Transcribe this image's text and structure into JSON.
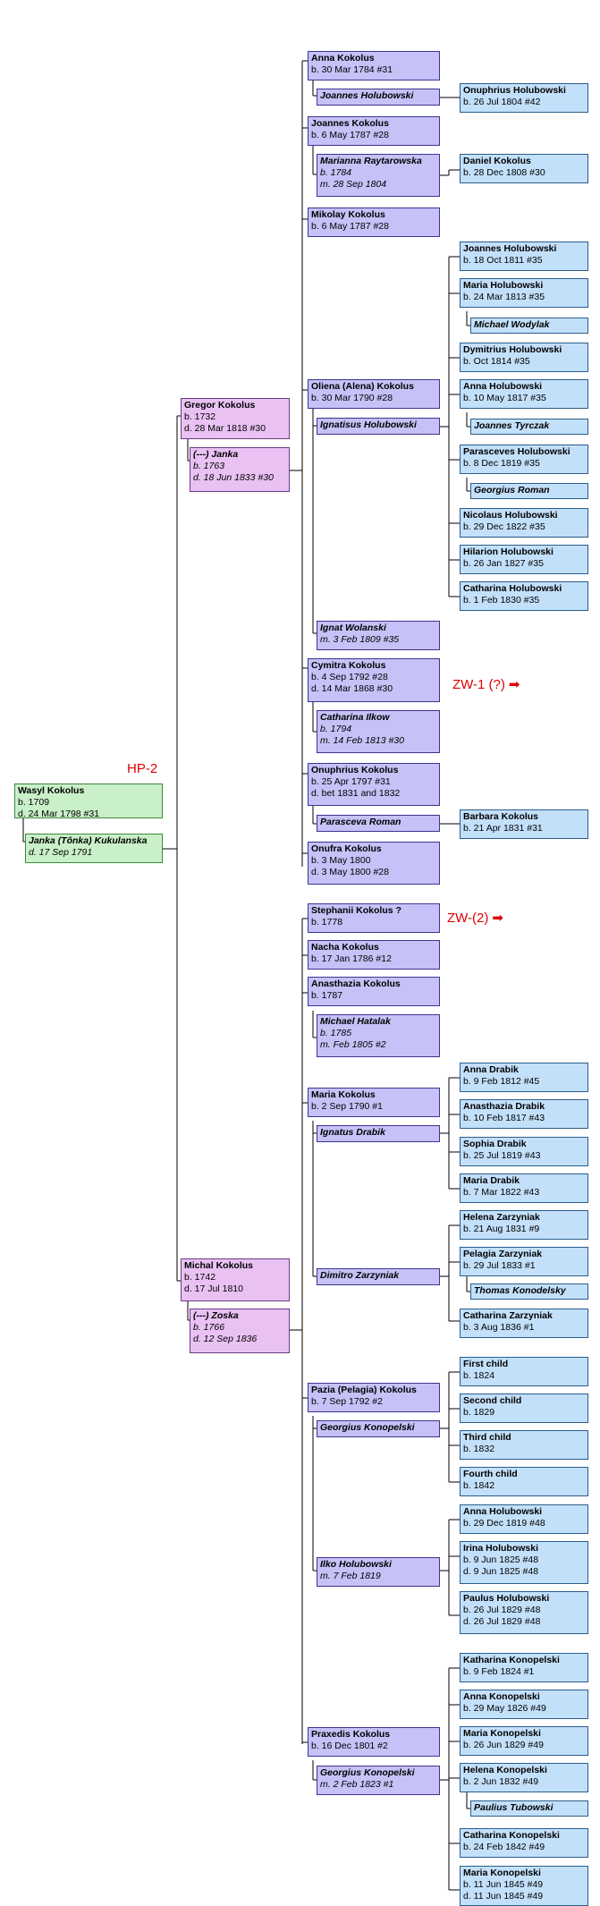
{
  "tags": {
    "hp": "HP-2",
    "zw1": "ZW-1 (?)",
    "zw2": "ZW-(2)",
    "arrow": "➡"
  },
  "root": {
    "name": "Wasyl Kokolus",
    "born": "b. 1709",
    "died": "d. 24 Mar 1798 #31",
    "spouse": "Janka (Tônka) Kukulanska",
    "spouse_died": "d. 17 Sep 1791"
  },
  "gregor": {
    "name": "Gregor Kokolus",
    "born": "b. 1732",
    "died": "d. 28 Mar 1818 #30",
    "spouse": "(---) Janka",
    "spouse_born": "b. 1763",
    "spouse_died": "d. 18 Jun 1833 #30"
  },
  "michal": {
    "name": "Michal Kokolus",
    "born": "b. 1742",
    "died": "d. 17 Jul 1810",
    "spouse": "(---) Zoska",
    "spouse_born": "b. 1766",
    "spouse_died": "d. 12 Sep 1836"
  },
  "gen3": {
    "anna": {
      "name": "Anna Kokolus",
      "born": "b. 30 Mar 1784 #31",
      "spouse": "Joannes Holubowski"
    },
    "joannes": {
      "name": "Joannes Kokolus",
      "born": "b. 6 May 1787 #28",
      "spouse": "Marianna Raytarowska",
      "spouse_born": "b. 1784",
      "spouse_married": "m. 28 Sep 1804"
    },
    "mikolay": {
      "name": "Mikolay Kokolus",
      "born": "b. 6 May 1787 #28"
    },
    "oliena": {
      "name": "Oliena (Alena) Kokolus",
      "born": "b. 30 Mar 1790 #28",
      "spouse": "Ignatisus Holubowski",
      "spouse2": "Ignat Wolanski",
      "spouse2_married": "m. 3 Feb 1809 #35"
    },
    "cymitra": {
      "name": "Cymitra Kokolus",
      "born": "b. 4 Sep 1792 #28",
      "died": "d. 14 Mar 1868 #30",
      "spouse": "Catharina Ilkow",
      "spouse_born": "b. 1794",
      "spouse_married": "m. 14 Feb 1813 #30"
    },
    "onuphrius": {
      "name": "Onuphrius Kokolus",
      "born": "b. 25 Apr 1797 #31",
      "died": "d. bet 1831 and 1832",
      "spouse": "Parasceva Roman"
    },
    "onufra": {
      "name": "Onufra Kokolus",
      "born": "b. 3 May 1800",
      "died": "d. 3 May 1800 #28"
    },
    "stephanii": {
      "name": "Stephanii Kokolus ?",
      "born": "b. 1778"
    },
    "nacha": {
      "name": "Nacha Kokolus",
      "born": "b. 17 Jan 1786 #12"
    },
    "anasthazia": {
      "name": "Anasthazia Kokolus",
      "born": "b. 1787",
      "spouse": "Michael Hatalak",
      "spouse_born": "b. 1785",
      "spouse_married": "m. Feb 1805 #2"
    },
    "maria": {
      "name": "Maria Kokolus",
      "born": "b. 2 Sep 1790 #1",
      "spouse": "Ignatus Drabik",
      "spouse2": "Dimitro Zarzyniak"
    },
    "pazia": {
      "name": "Pazia (Pelagia) Kokolus",
      "born": "b. 7 Sep 1792 #2",
      "spouse": "Georgius Konopelski",
      "spouse2": "Ilko Holubowski",
      "spouse2_married": "m. 7 Feb 1819"
    },
    "praxedis": {
      "name": "Praxedis Kokolus",
      "born": "b. 16 Dec 1801 #2",
      "spouse": "Georgius Konopelski",
      "spouse_married": "m. 2 Feb 1823 #1"
    }
  },
  "gen4": {
    "onuphrius_h": {
      "name": "Onuphrius Holubowski",
      "born": "b. 26 Jul 1804 #42"
    },
    "daniel": {
      "name": "Daniel Kokolus",
      "born": "b. 28 Dec 1808 #30"
    },
    "joannes_h": {
      "name": "Joannes Holubowski",
      "born": "b. 18 Oct 1811 #35"
    },
    "maria_h": {
      "name": "Maria Holubowski",
      "born": "b. 24 Mar 1813 #35",
      "spouse": "Michael Wodylak"
    },
    "dymitrius_h": {
      "name": "Dymitrius Holubowski",
      "born": "b. Oct 1814 #35"
    },
    "anna_h": {
      "name": "Anna Holubowski",
      "born": "b. 10 May 1817 #35",
      "spouse": "Joannes Tyrczak"
    },
    "parasceves_h": {
      "name": "Parasceves Holubowski",
      "born": "b. 8 Dec 1819 #35",
      "spouse": "Georgius Roman"
    },
    "nicolaus_h": {
      "name": "Nicolaus Holubowski",
      "born": "b. 29 Dec 1822 #35"
    },
    "hilarion_h": {
      "name": "Hilarion Holubowski",
      "born": "b. 26 Jan 1827 #35"
    },
    "catharina_h": {
      "name": "Catharina Holubowski",
      "born": "b. 1 Feb 1830 #35"
    },
    "barbara": {
      "name": "Barbara Kokolus",
      "born": "b. 21 Apr 1831 #31"
    },
    "anna_d": {
      "name": "Anna Drabik",
      "born": "b. 9 Feb 1812 #45"
    },
    "anasthazia_d": {
      "name": "Anasthazia Drabik",
      "born": "b. 10 Feb 1817 #43"
    },
    "sophia_d": {
      "name": "Sophia Drabik",
      "born": "b. 25 Jul 1819 #43"
    },
    "maria_d": {
      "name": "Maria Drabik",
      "born": "b. 7 Mar 1822 #43"
    },
    "helena_z": {
      "name": "Helena Zarzyniak",
      "born": "b. 21 Aug 1831 #9"
    },
    "pelagia_z": {
      "name": "Pelagia Zarzyniak",
      "born": "b. 29 Jul 1833 #1",
      "spouse": "Thomas Konodelsky"
    },
    "catharina_z": {
      "name": "Catharina Zarzyniak",
      "born": "b. 3 Aug 1836 #1"
    },
    "first": {
      "name": "First child",
      "born": "b. 1824"
    },
    "second": {
      "name": "Second child",
      "born": "b. 1829"
    },
    "third": {
      "name": "Third child",
      "born": "b. 1832"
    },
    "fourth": {
      "name": "Fourth child",
      "born": "b. 1842"
    },
    "anna_ih": {
      "name": "Anna Holubowski",
      "born": "b. 29 Dec 1819 #48"
    },
    "irina_ih": {
      "name": "Irina Holubowski",
      "born": "b. 9 Jun 1825 #48",
      "died": "d. 9 Jun 1825 #48"
    },
    "paulus_ih": {
      "name": "Paulus Holubowski",
      "born": "b. 26 Jul 1829 #48",
      "died": "d. 26 Jul 1829 #48"
    },
    "katharina_k": {
      "name": "Katharina Konopelski",
      "born": "b. 9 Feb 1824 #1"
    },
    "anna_k": {
      "name": "Anna Konopelski",
      "born": "b. 29 May 1826 #49"
    },
    "maria_k1": {
      "name": "Maria Konopelski",
      "born": "b. 26 Jun 1829 #49"
    },
    "helena_k": {
      "name": "Helena Konopelski",
      "born": "b. 2 Jun 1832 #49",
      "spouse": "Paulius Tubowski"
    },
    "catharina_k": {
      "name": "Catharina Konopelski",
      "born": "b. 24 Feb 1842 #49"
    },
    "maria_k2": {
      "name": "Maria Konopelski",
      "born": "b. 11 Jun 1845 #49",
      "died": "d. 11 Jun 1845 #49"
    }
  }
}
